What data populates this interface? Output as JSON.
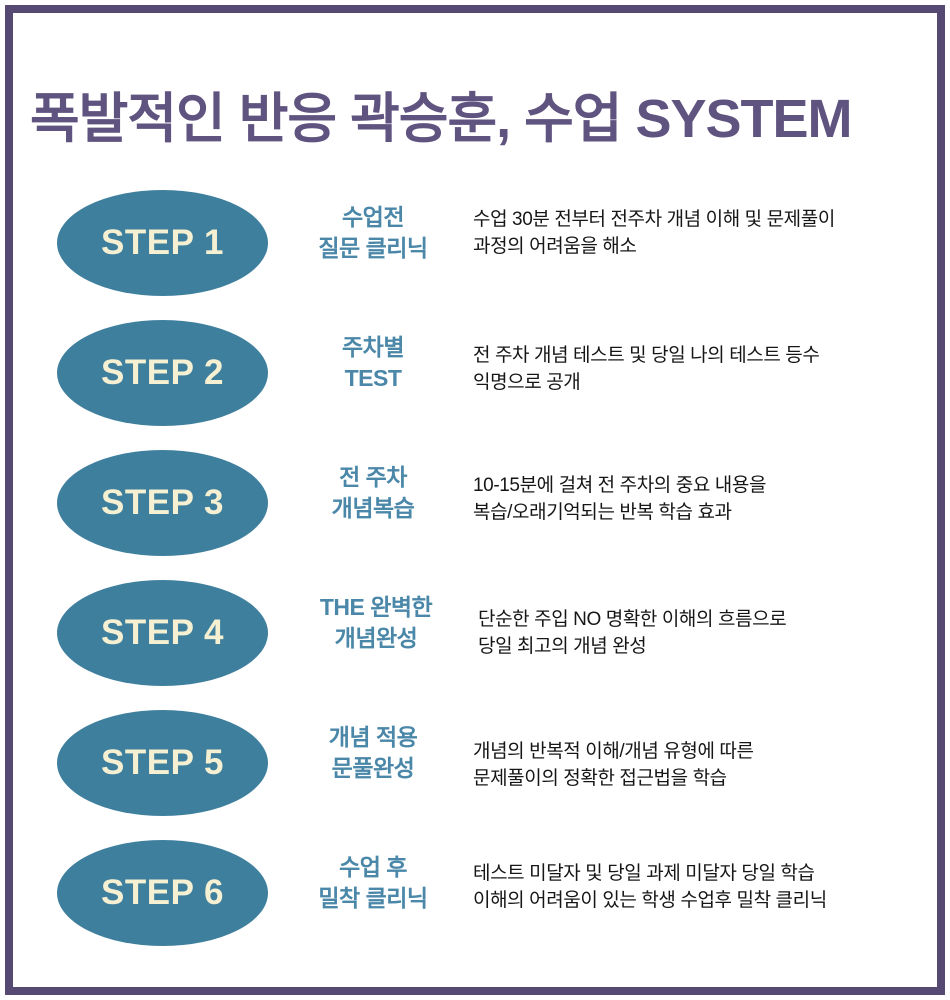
{
  "title": "폭발적인 반응 곽승훈, 수업 SYSTEM",
  "colors": {
    "frame": "#564a72",
    "title": "#5f5380",
    "badge": "#3f7f9e",
    "badge_text": "#f6f0d3",
    "subtitle": "#4a87a8",
    "description": "#161616",
    "background": "#ffffff"
  },
  "steps": [
    {
      "badge": "STEP 1",
      "subtitle_lines": [
        "수업전",
        "질문 클리닉"
      ],
      "description_lines": [
        "수업 30분 전부터 전주차 개념 이해 및 문제풀이",
        "과정의 어려움을 해소"
      ]
    },
    {
      "badge": "STEP 2",
      "subtitle_lines": [
        "주차별",
        "TEST"
      ],
      "description_lines": [
        "전 주차 개념 테스트 및 당일 나의 테스트 등수",
        "익명으로 공개"
      ]
    },
    {
      "badge": "STEP 3",
      "subtitle_lines": [
        "전 주차",
        "개념복습"
      ],
      "description_lines": [
        "10-15분에 걸쳐 전 주차의 중요 내용을",
        "복습/오래기억되는 반복 학습 효과"
      ]
    },
    {
      "badge": "STEP 4",
      "subtitle_lines": [
        "THE 완벽한",
        "개념완성"
      ],
      "description_lines": [
        "단순한 주입 NO 명확한 이해의 흐름으로",
        "당일 최고의 개념 완성"
      ]
    },
    {
      "badge": "STEP 5",
      "subtitle_lines": [
        "개념 적용",
        "문풀완성"
      ],
      "description_lines": [
        "개념의 반복적 이해/개념 유형에 따른",
        "문제풀이의 정확한 접근법을 학습"
      ]
    },
    {
      "badge": "STEP 6",
      "subtitle_lines": [
        "수업 후",
        "밀착 클리닉"
      ],
      "description_lines": [
        "테스트 미달자 및 당일 과제 미달자 당일 학습",
        "이해의 어려움이 있는 학생 수업후 밀착 클리닉"
      ]
    }
  ]
}
